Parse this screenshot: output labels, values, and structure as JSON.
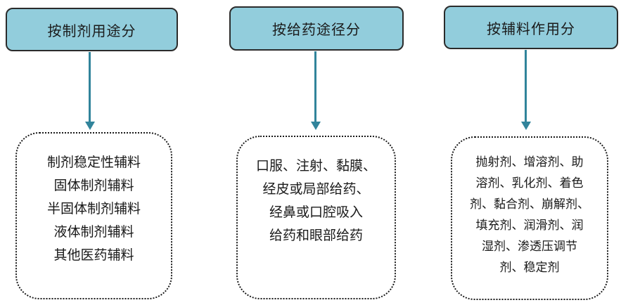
{
  "columns": [
    {
      "header": "按制剂用途分",
      "items": [
        "制剂稳定性辅料",
        "固体制剂辅料",
        "半固体制剂辅料",
        "液体制剂辅料",
        "其他医药辅料"
      ]
    },
    {
      "header": "按给药途径分",
      "items": [
        "口服、注射、黏膜、",
        "经皮或局部给药、",
        "经鼻或口腔吸入",
        "给药和眼部给药"
      ]
    },
    {
      "header": "按辅料作用分",
      "items": [
        "抛射剂、增溶剂、助",
        "溶剂、乳化剂、着色",
        "剂、黏合剂、崩解剂、",
        "填充剂、润滑剂、润",
        "湿剂、渗透压调节",
        "剂、稳定剂"
      ]
    }
  ],
  "colors": {
    "header_fill": "#92cddc",
    "arrow": "#31849b",
    "border": "#1a1a1a"
  }
}
